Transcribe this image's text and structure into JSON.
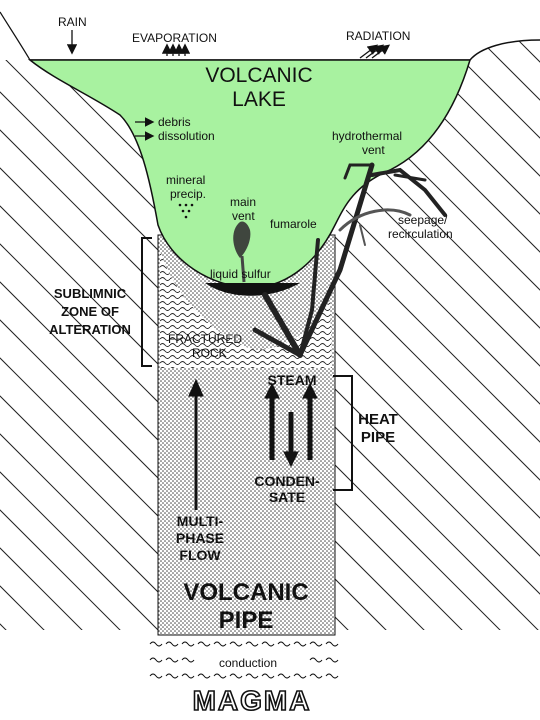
{
  "labels": {
    "rain": "RAIN",
    "evaporation": "EVAPORATION",
    "radiation": "RADIATION",
    "lake_line1": "VOLCANIC",
    "lake_line2": "LAKE",
    "debris": "debris",
    "dissolution": "dissolution",
    "hydrothermal_line1": "hydrothermal",
    "hydrothermal_line2": "vent",
    "mineral_line1": "mineral",
    "mineral_line2": "precip.",
    "main_vent_line1": "main",
    "main_vent_line2": "vent",
    "fumarole": "fumarole",
    "seepage_line1": "seepage/",
    "seepage_line2": "recirculation",
    "liquid_sulfur": "liquid sulfur",
    "sublimnic_line1": "SUBLIMNIC",
    "sublimnic_line2": "ZONE OF",
    "sublimnic_line3": "ALTERATION",
    "fractured_line1": "FRACTURED",
    "fractured_line2": "ROCK",
    "steam": "STEAM",
    "heat_pipe_line1": "HEAT",
    "heat_pipe_line2": "PIPE",
    "condensate_line1": "CONDEN-",
    "condensate_line2": "SATE",
    "multiphase_line1": "MULTI-",
    "multiphase_line2": "PHASE",
    "multiphase_line3": "FLOW",
    "pipe_line1": "VOLCANIC",
    "pipe_line2": "PIPE",
    "conduction": "conduction",
    "magma": "MAGMA"
  },
  "colors": {
    "lake": "#a8f2a0",
    "ink": "#111111",
    "background": "#ffffff"
  }
}
